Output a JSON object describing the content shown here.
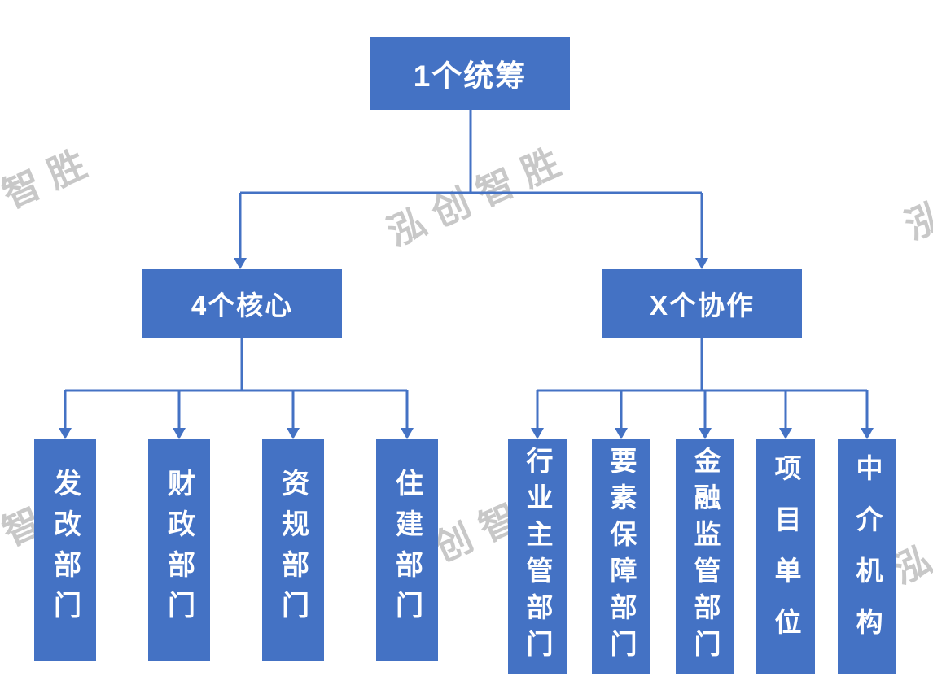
{
  "diagram": {
    "type": "org-chart",
    "root": {
      "label": "1个统筹"
    },
    "branches": [
      {
        "label": "4个核心",
        "children": [
          {
            "label": "发改部门"
          },
          {
            "label": "财政部门"
          },
          {
            "label": "资规部门"
          },
          {
            "label": "住建部门"
          }
        ]
      },
      {
        "label": "X个协作",
        "children": [
          {
            "label": "行业主管部门"
          },
          {
            "label": "要素保障部门"
          },
          {
            "label": "金融监管部门"
          },
          {
            "label": "项目单位"
          },
          {
            "label": "中介机构"
          }
        ]
      }
    ],
    "watermark": {
      "text": "泓创智胜"
    },
    "colors": {
      "box": "#4472C4",
      "line": "#4472C4",
      "text": "#FFFFFF",
      "watermark": "#BFBFBF",
      "background": "#FFFFFF"
    }
  }
}
